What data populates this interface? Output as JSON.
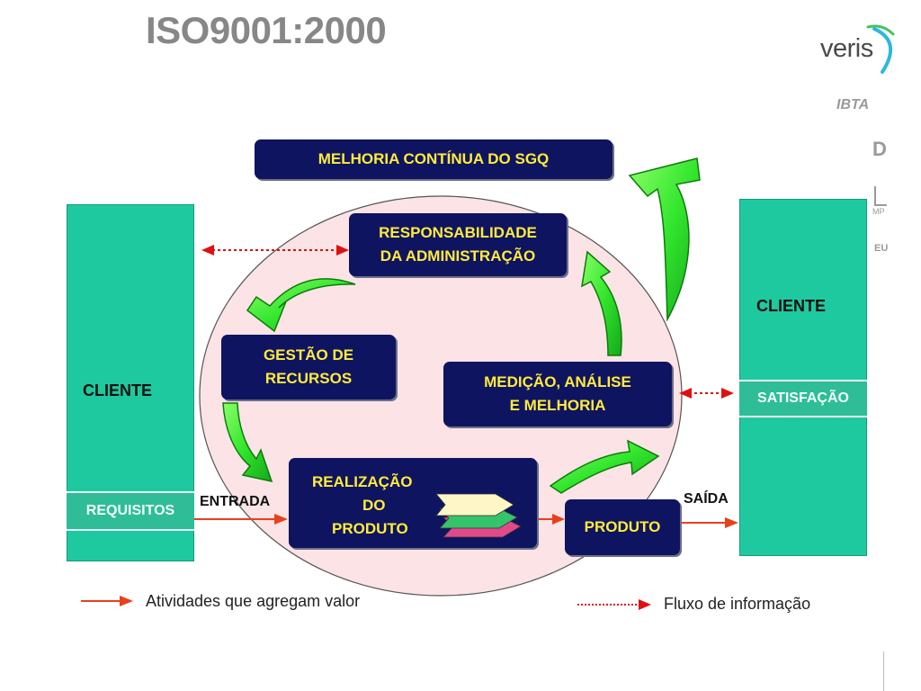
{
  "header": {
    "title": "ISO9001:2000",
    "brand": "veris"
  },
  "side_logos": [
    "IBTA",
    "D",
    "MP",
    "EU"
  ],
  "diagram": {
    "top_box": "MELHORIA CONTÍNUA DO SGQ",
    "responsabilidade": [
      "RESPONSABILIDADE",
      "DA ADMINISTRAÇÃO"
    ],
    "gestao": [
      "GESTÃO DE",
      "RECURSOS"
    ],
    "medicao": [
      "MEDIÇÃO, ANÁLISE",
      "E MELHORIA"
    ],
    "realizacao": [
      "REALIZAÇÃO",
      "DO",
      "PRODUTO"
    ],
    "produto": "PRODUTO",
    "left_client": {
      "label": "CLIENTE",
      "band": "REQUISITOS"
    },
    "right_client": {
      "label": "CLIENTE",
      "band": "SATISFAÇÃO"
    },
    "entrada": "ENTRADA",
    "saida": "SAÍDA"
  },
  "legend": {
    "solid": "Atividades que agregam valor",
    "dotted": "Fluxo de informação"
  },
  "colors": {
    "navy": "#0f1460",
    "box_text": "#ffec3a",
    "client_green": "#1fc9a0",
    "arrow_green": "#33e62d",
    "flow_red": "#e8401c",
    "info_red": "#e01010",
    "ellipse_fill": "#fbe3e6"
  }
}
